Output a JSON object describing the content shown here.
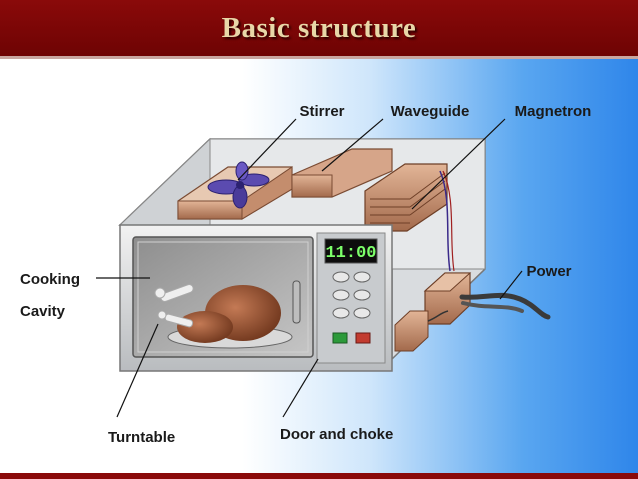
{
  "slide": {
    "title": "Basic structure"
  },
  "labels": {
    "stirrer": "Stirrer",
    "waveguide": "Waveguide",
    "magnetron": "Magnetron",
    "power": "Power",
    "cooking_line1": "Cooking",
    "cooking_line2": "Cavity",
    "turntable": "Turntable",
    "door_and_choke": "Door and choke"
  },
  "display": {
    "time": "11:00"
  },
  "colors": {
    "title_bar": "#7a0606",
    "title_text": "#e8d7a8",
    "display_green": "#7cff6a",
    "gradient_blue": "#2f86ea"
  }
}
